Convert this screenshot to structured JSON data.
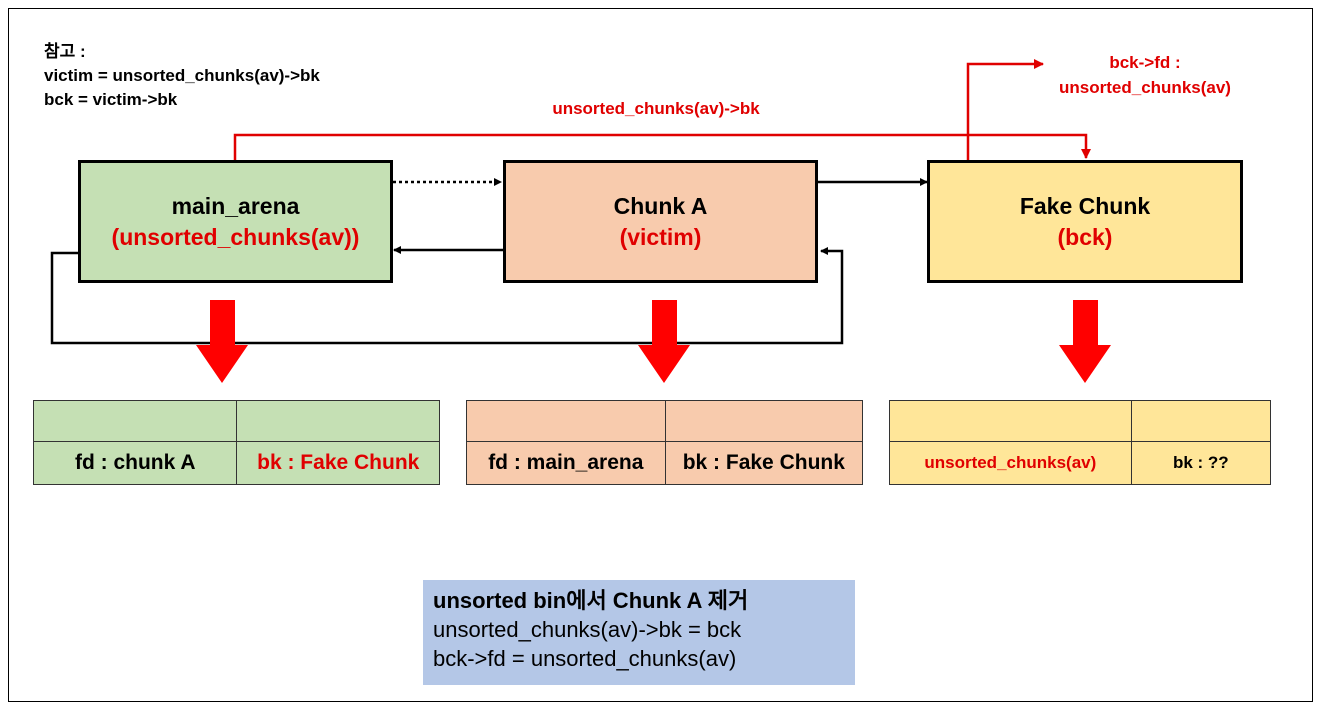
{
  "note": {
    "title": "참고 :",
    "line1": "victim = unsorted_chunks(av)->bk",
    "line2": "bck = victim->bk"
  },
  "labels": {
    "top_arrow": "unsorted_chunks(av)->bk",
    "fd_arrow_line1": "bck->fd :",
    "fd_arrow_line2": "unsorted_chunks(av)"
  },
  "boxes": {
    "main_arena": {
      "name": "main_arena",
      "role": "(unsorted_chunks(av))",
      "color": "#c5e0b4"
    },
    "chunk_a": {
      "name": "Chunk A",
      "role": "(victim)",
      "color": "#f8cbad"
    },
    "fake_chunk": {
      "name": "Fake Chunk",
      "role": "(bck)",
      "color": "#ffe699"
    }
  },
  "tables": {
    "main_arena": {
      "fd": "fd : chunk A",
      "bk": "bk : Fake Chunk"
    },
    "chunk_a": {
      "fd": "fd : main_arena",
      "bk": "bk : Fake Chunk"
    },
    "fake_chunk": {
      "fd": "unsorted_chunks(av)",
      "bk": "bk : ??"
    }
  },
  "summary": {
    "title": "unsorted bin에서 Chunk A 제거",
    "line1": "unsorted_chunks(av)->bk = bck",
    "line2": "bck->fd = unsorted_chunks(av)"
  },
  "colors": {
    "accent_red": "#e00000",
    "summary_bg": "#b4c7e7"
  }
}
